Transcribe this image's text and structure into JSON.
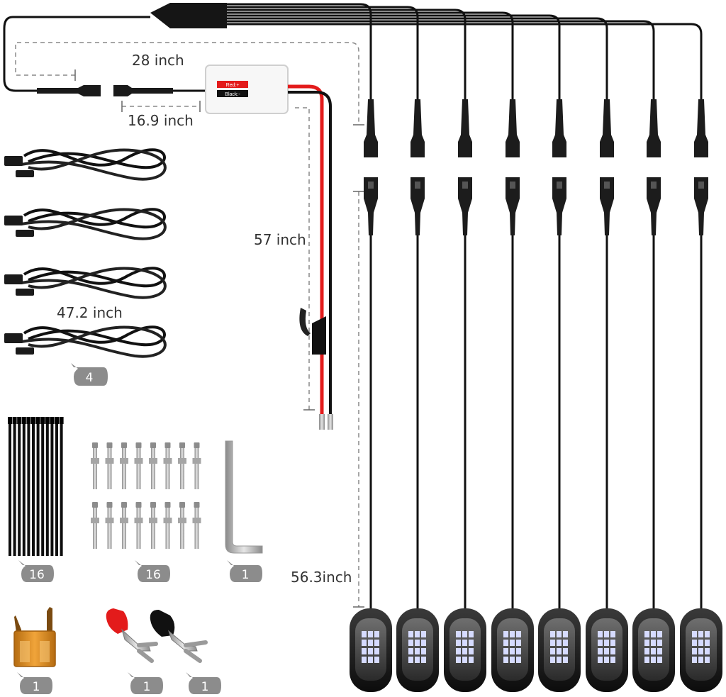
{
  "dimensions": {
    "main_cable": "28 inch",
    "control_lead": "16.9 inch",
    "power_lead": "57 inch",
    "extension_cable": "47.2 inch",
    "light_cable": "56.3inch"
  },
  "control_box": {
    "red_label": "Red:+",
    "black_label": "Black:-"
  },
  "quantities": {
    "extension_cables": "4",
    "cable_ties": "16",
    "screws": "16",
    "hex_key": "1",
    "fuse": "1",
    "red_terminal": "1",
    "black_terminal": "1"
  },
  "colors": {
    "wire": "#111111",
    "power_wire_red": "#e31b1b",
    "badge_fill": "#8c8c8c",
    "fuse_body": "#d98a1c",
    "led_chip": "#d6dbff"
  }
}
